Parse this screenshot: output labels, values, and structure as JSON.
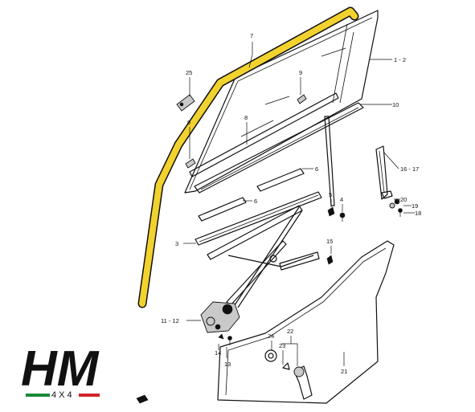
{
  "diagram": {
    "callouts": {
      "c7": "7",
      "c1_2": "1 - 2",
      "c25": "25",
      "c9a": "9",
      "c9b": "9",
      "c10": "10",
      "c8": "8",
      "c6a": "6",
      "c6b": "6",
      "c16_17": "16 - 17",
      "c5": "5",
      "c4": "4",
      "c20": "20",
      "c19": "19",
      "c18": "18",
      "c3": "3",
      "c15": "15",
      "c11_12": "11 - 12",
      "c14": "14",
      "c13": "13",
      "c24": "24",
      "c23": "23",
      "c22": "22",
      "c21": "21"
    },
    "highlight_color": "#f2d22e"
  },
  "logo": {
    "text": "HM",
    "subtext": "4X4",
    "colors": {
      "main": "#111111",
      "green": "#1a8a3a",
      "white": "#ffffff",
      "red": "#d2232a"
    }
  }
}
